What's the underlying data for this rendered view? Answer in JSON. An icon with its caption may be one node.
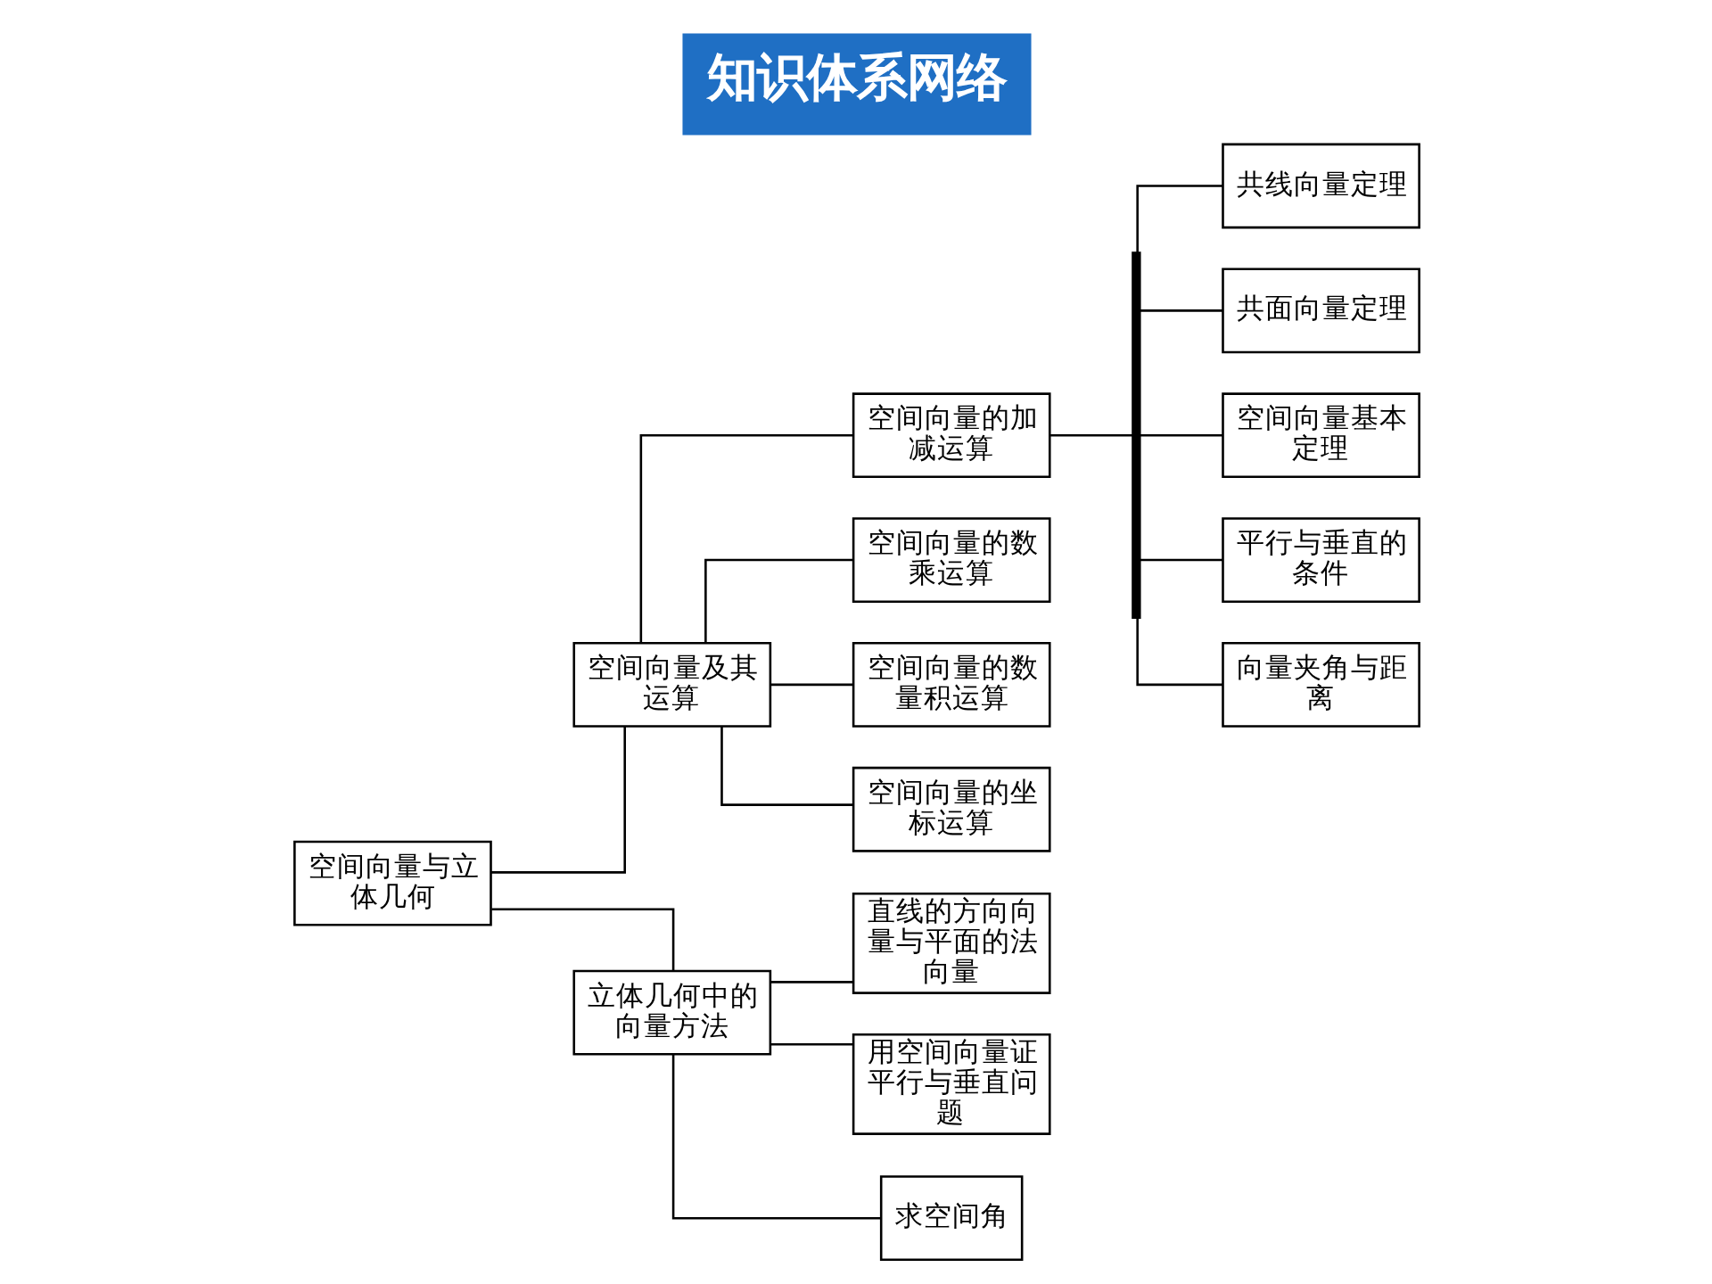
{
  "diagram": {
    "title": "知识体系网络",
    "nodes": [
      {
        "text": [
          "空间向量与立体几何"
        ]
      },
      {
        "text": [
          "空间向量及其运算"
        ]
      },
      {
        "text": [
          "空间向量的加减运算"
        ]
      },
      {
        "text": [
          "空间向量的数乘运算"
        ]
      },
      {
        "text": [
          "空间向量的数量积运算"
        ]
      },
      {
        "text": [
          "空间向量的坐标运算"
        ]
      },
      {
        "text": [],
        "shape": "bar"
      },
      {
        "text": [
          "共线向量定理"
        ]
      },
      {
        "text": [
          "共面向量定理"
        ]
      },
      {
        "text": [
          "空间向量基本定理"
        ]
      },
      {
        "text": [
          "平行与垂直的条件"
        ]
      },
      {
        "text": [
          "向量夹角与距离"
        ]
      },
      {
        "text": [
          "立体几何中的向量方法"
        ]
      },
      {
        "text": [
          "直线的方向向量与平面的法向量"
        ]
      },
      {
        "text": [
          "用空间向量证平行与垂直问题"
        ]
      },
      {
        "text": [
          "求空间角"
        ]
      }
    ],
    "edges": [
      {
        "from": 0,
        "to": 1,
        "arrow": "none"
      },
      {
        "from": 0,
        "to": 12,
        "arrow": "none"
      },
      {
        "from": 1,
        "to": 2,
        "arrow": "none"
      },
      {
        "from": 1,
        "to": 3,
        "arrow": "none"
      },
      {
        "from": 1,
        "to": 4,
        "arrow": "none"
      },
      {
        "from": 1,
        "to": 5,
        "arrow": "none"
      },
      {
        "from": 2,
        "to": 6,
        "arrow": "none"
      },
      {
        "from": 6,
        "to": 7,
        "arrow": "none"
      },
      {
        "from": 6,
        "to": 8,
        "arrow": "none"
      },
      {
        "from": 6,
        "to": 9,
        "arrow": "none"
      },
      {
        "from": 6,
        "to": 10,
        "arrow": "none"
      },
      {
        "from": 6,
        "to": 11,
        "arrow": "none"
      },
      {
        "from": 12,
        "to": 13,
        "arrow": "none"
      },
      {
        "from": 12,
        "to": 14,
        "arrow": "none"
      },
      {
        "from": 12,
        "to": 15,
        "arrow": "none"
      }
    ]
  }
}
